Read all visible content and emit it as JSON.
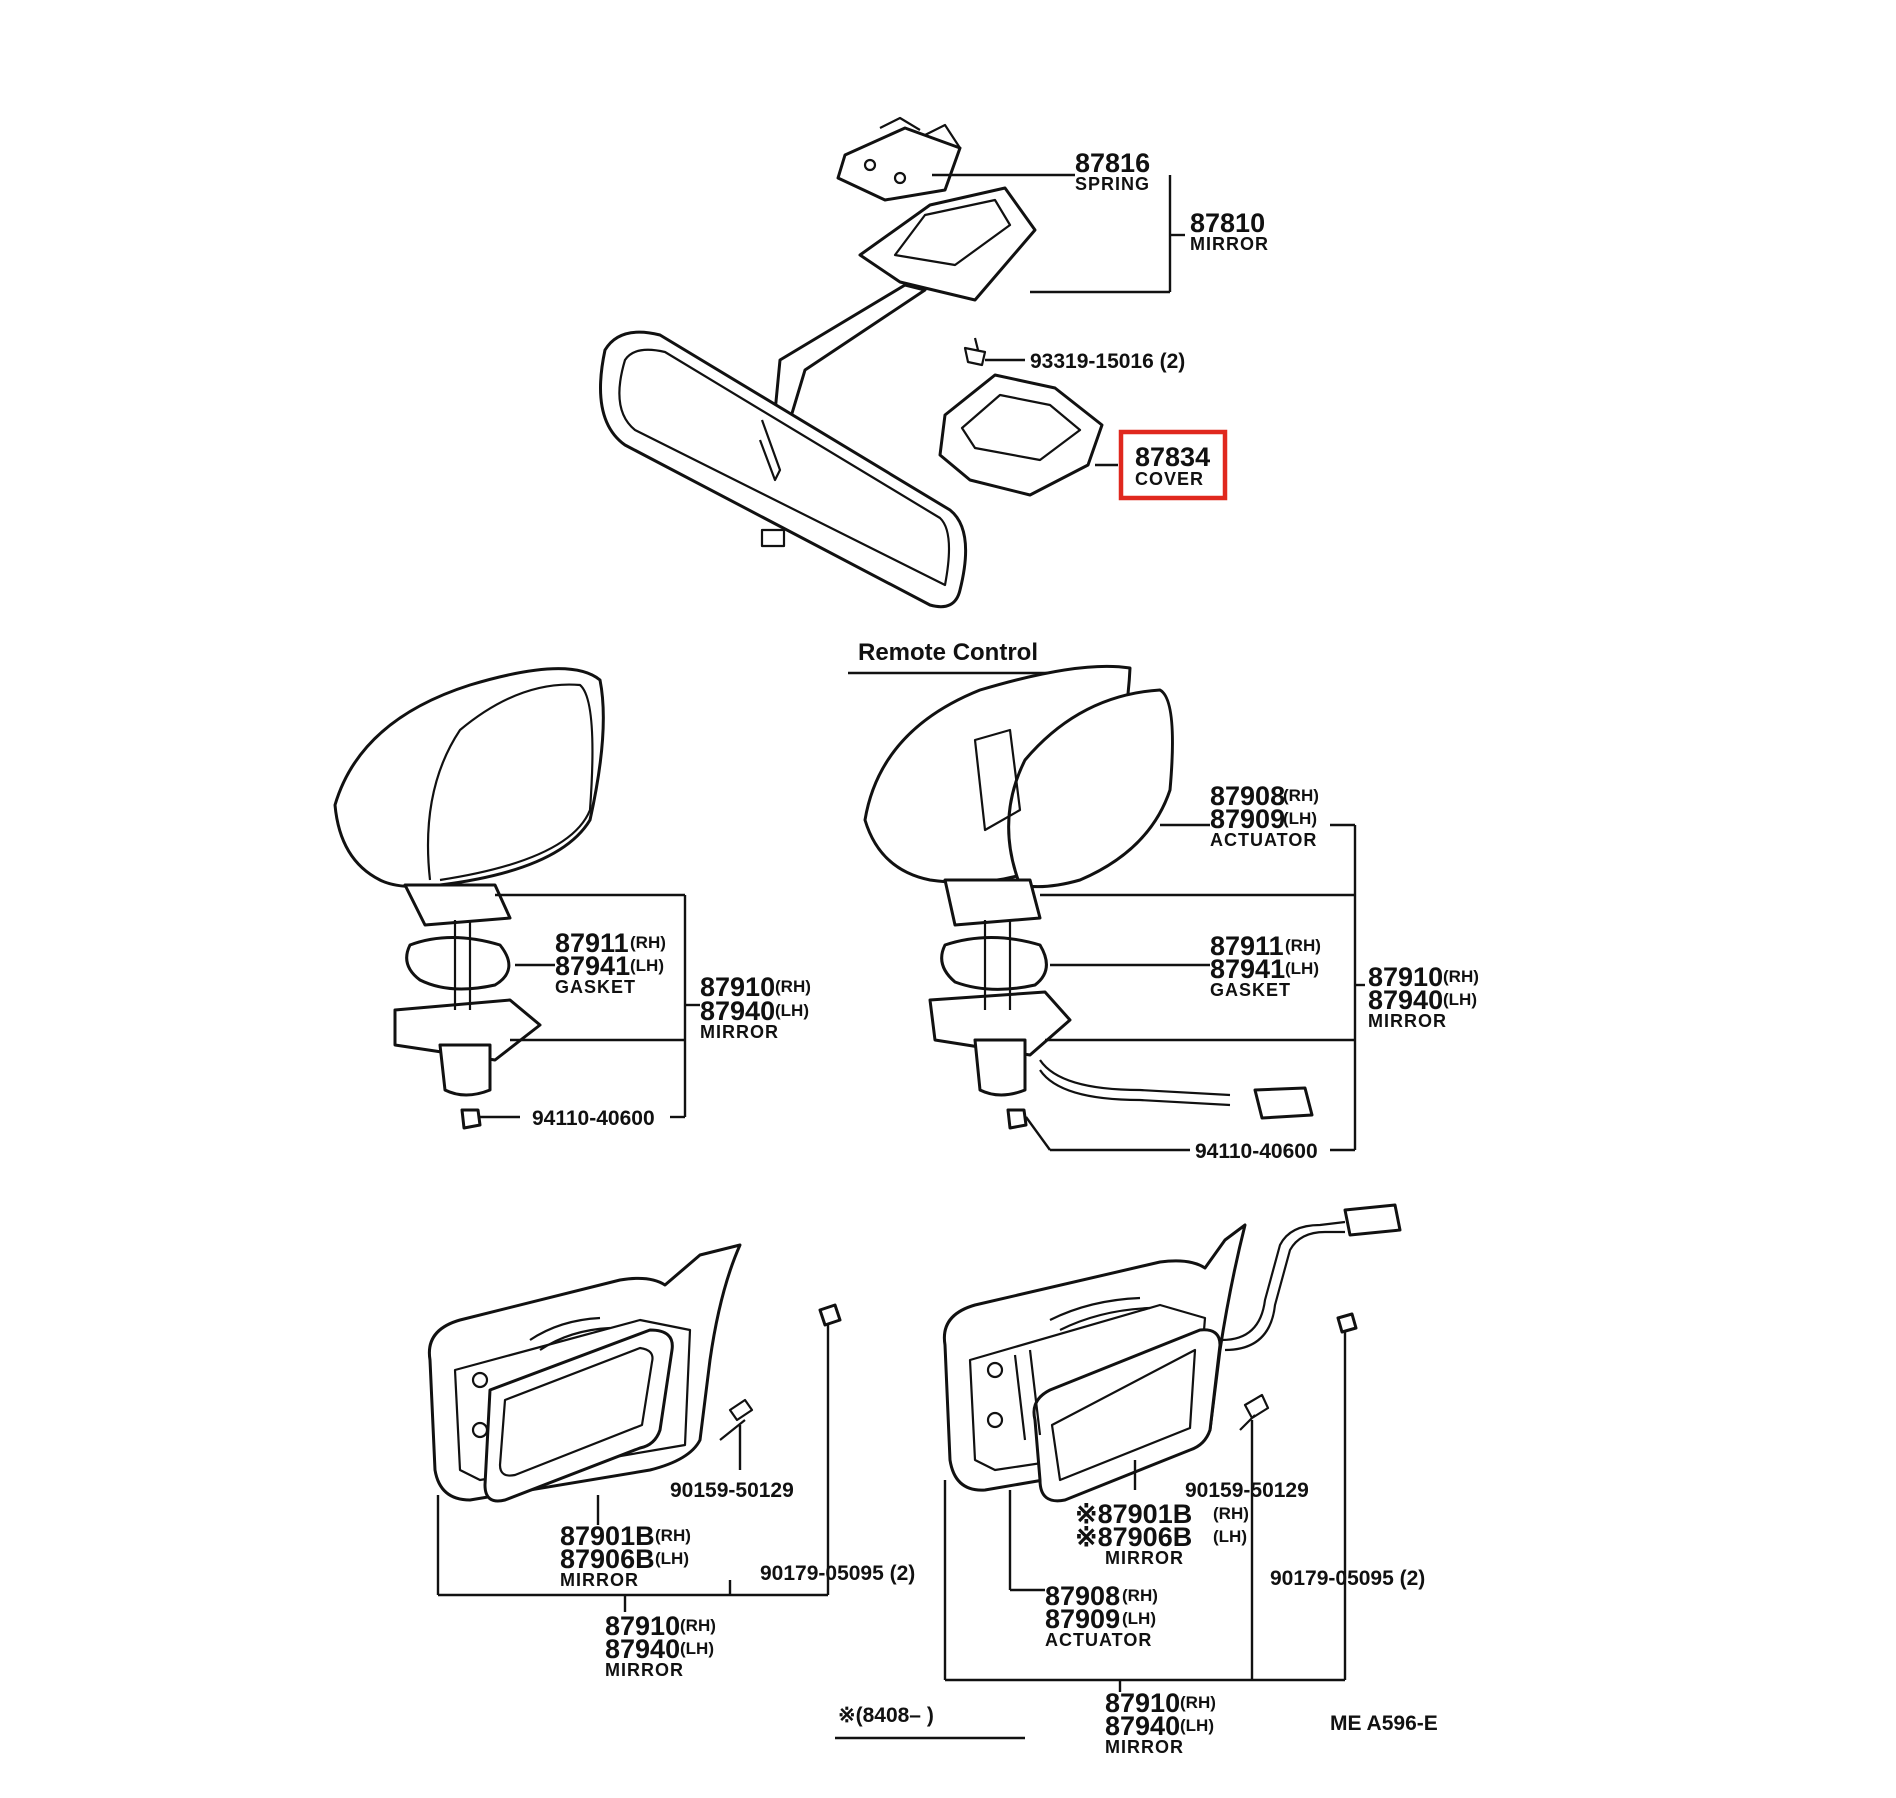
{
  "highlight_color": "#e0281e",
  "section_title": "Remote Control",
  "footnote_date": "※(8408–     )",
  "figure_code": "ME  A596-E",
  "labels": {
    "l87816": "87816",
    "l87816_d": "SPRING",
    "l87810": "87810",
    "l87810_d": "MIRROR",
    "l93319": "93319-15016 (2)",
    "l87834": "87834",
    "l87834_d": "COVER",
    "a87911": "87911",
    "a87911_s": "(RH)",
    "a87941": "87941",
    "a87941_s": "(LH)",
    "a_gasket": "GASKET",
    "a87910": "87910",
    "a87910_s": "(RH)",
    "a87940": "87940",
    "a87940_s": "(LH)",
    "a_mirror": "MIRROR",
    "a94110": "94110-40600",
    "b87908": "87908",
    "b87908_s": "(RH)",
    "b87909": "87909",
    "b87909_s": "(LH)",
    "b_actuator": "ACTUATOR",
    "b87911": "87911",
    "b87911_s": "(RH)",
    "b87941": "87941",
    "b87941_s": "(LH)",
    "b_gasket": "GASKET",
    "b87910": "87910",
    "b87910_s": "(RH)",
    "b87940": "87940",
    "b87940_s": "(LH)",
    "b_mirror": "MIRROR",
    "b94110": "94110-40600",
    "c90159": "90159-50129",
    "c87901": "87901B",
    "c87901_s": "(RH)",
    "c87906": "87906B",
    "c87906_s": "(LH)",
    "c_mirror": "MIRROR",
    "c90179": "90179-05095 (2)",
    "c87910": "87910",
    "c87910_s": "(RH)",
    "c87940": "87940",
    "c87940_s": "(LH)",
    "c_mirror2": "MIRROR",
    "d90159": "90159-50129",
    "d87901": "※87901B",
    "d87901_s": "(RH)",
    "d87906": "※87906B",
    "d87906_s": "(LH)",
    "d_mirror": "MIRROR",
    "d90179": "90179-05095 (2)",
    "d87908": "87908",
    "d87908_s": "(RH)",
    "d87909": "87909",
    "d87909_s": "(LH)",
    "d_actuator": "ACTUATOR",
    "d87910": "87910",
    "d87910_s": "(RH)",
    "d87940": "87940",
    "d87940_s": "(LH)",
    "d_mirror2": "MIRROR"
  }
}
